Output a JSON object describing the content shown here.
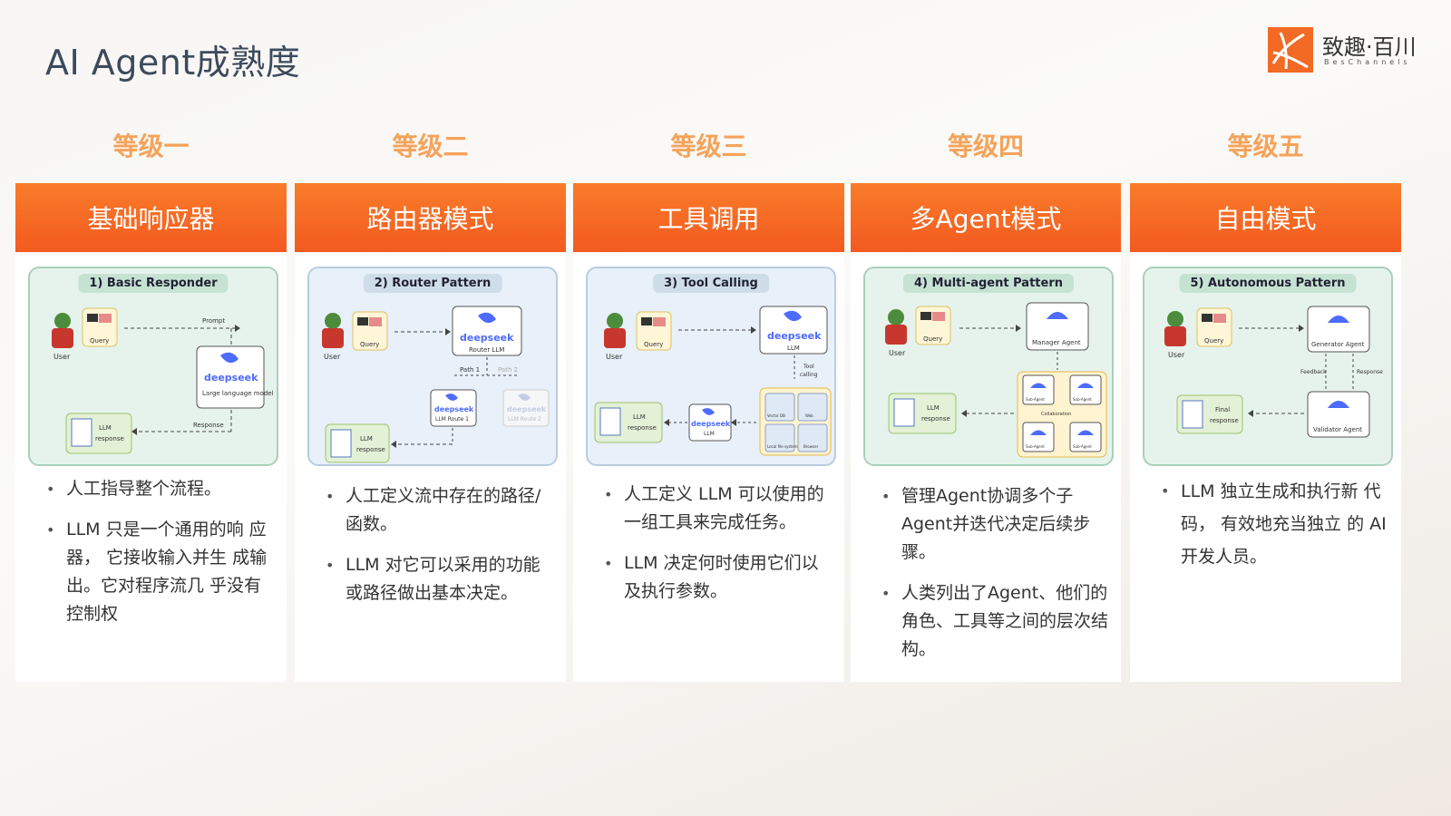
{
  "title": "AI Agent成熟度",
  "logo": {
    "name": "致趣·百川",
    "sub": "BesChannels"
  },
  "columns": [
    {
      "level": "等级一",
      "header": "基础响应器",
      "diagram": {
        "title": "1) Basic Responder",
        "user": "User",
        "query": "Query",
        "prompt": "Prompt",
        "brand": "deepseek",
        "model": "Large language model",
        "response": "Response",
        "out1": "LLM",
        "out2": "response"
      },
      "bullets": [
        "人工指导整个流程。",
        "LLM 只是一个通用的响 应器， 它接收输入并生 成输出。它对程序流几 乎没有控制权"
      ]
    },
    {
      "level": "等级二",
      "header": "路由器模式",
      "diagram": {
        "title": "2) Router Pattern",
        "user": "User",
        "query": "Query",
        "brand": "deepseek",
        "router": "Router LLM",
        "path1": "Path 1",
        "path2": "Path 2",
        "route1": "LLM Route 1",
        "route2": "LLM Route 2",
        "out1": "LLM",
        "out2": "response"
      },
      "bullets": [
        "人工定义流中存在的路径/函数。",
        "LLM 对它可以采用的功能或路径做出基本决定。"
      ]
    },
    {
      "level": "等级三",
      "header": "工具调用",
      "diagram": {
        "title": "3) Tool Calling",
        "user": "User",
        "query": "Query",
        "brand": "deepseek",
        "llm": "LLM",
        "tool1": "Tool",
        "tool2": "calling",
        "out1": "LLM",
        "out2": "response",
        "t1": "Vector DB",
        "t2": "Web",
        "t3": "Local file system",
        "t4": "Browser"
      },
      "bullets": [
        "人工定义 LLM 可以使用的一组工具来完成任务。",
        "LLM 决定何时使用它们以及执行参数。"
      ]
    },
    {
      "level": "等级四",
      "header": "多Agent模式",
      "diagram": {
        "title": "4) Multi-agent Pattern",
        "user": "User",
        "query": "Query",
        "manager": "Manager Agent",
        "sub": "Sub-Agent",
        "collab": "Collaboration",
        "out1": "LLM",
        "out2": "response"
      },
      "bullets": [
        "管理Agent协调多个子Agent并迭代决定后续步骤。",
        "人类列出了Agent、他们的角色、工具等之间的层次结构。"
      ]
    },
    {
      "level": "等级五",
      "header": "自由模式",
      "diagram": {
        "title": "5) Autonomous Pattern",
        "user": "User",
        "query": "Query",
        "generator": "Generator Agent",
        "validator": "Validator Agent",
        "feedback": "Feedback",
        "response": "Response",
        "out1": "Final",
        "out2": "response"
      },
      "bullets": [
        "LLM 独立生成和执行新 代码， 有效地充当独立 的 AI开发人员。"
      ]
    }
  ]
}
